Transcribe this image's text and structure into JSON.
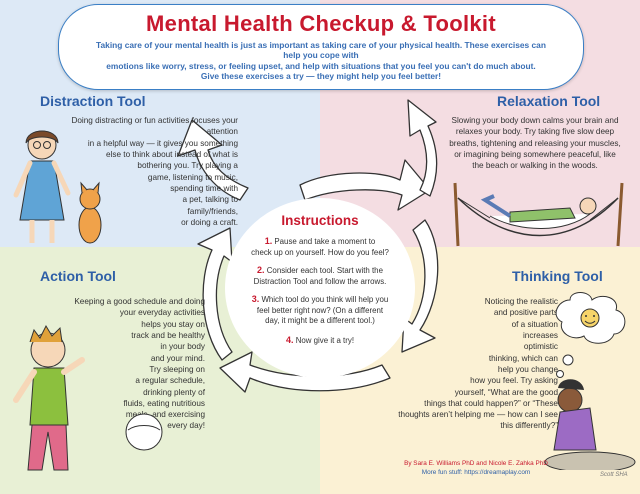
{
  "header": {
    "title": "Mental Health Checkup & Toolkit",
    "subtitle_lines": [
      "Taking care of your mental health is just as important as taking care of your physical health. These exercises can help you cope with",
      "emotions like worry, stress, or feeling upset, and help with situations that you feel you can't do much about.",
      "Give these exercises a try — they might help you feel better!"
    ]
  },
  "distraction": {
    "title": "Distraction Tool",
    "lines": [
      "Doing distracting or fun activities focuses your attention",
      "in a helpful way — it gives you something",
      "else to think about instead of what is",
      "bothering you. Try playing a",
      "game, listening to music,",
      "spending time with",
      "a pet, talking to",
      "family/friends,",
      "or doing a craft."
    ]
  },
  "relaxation": {
    "title": "Relaxation Tool",
    "lines": [
      "Slowing your body down calms your brain and",
      "relaxes your body. Try taking five slow deep",
      "breaths, tightening and releasing your muscles,",
      "or imagining being somewhere peaceful, like",
      "the beach or walking in the woods."
    ]
  },
  "action": {
    "title": "Action Tool",
    "lines": [
      "Keeping a good schedule and doing",
      "your everyday activities",
      "helps you stay on",
      "track and be healthy",
      "in your body",
      "and your mind.",
      "Try sleeping on",
      "a regular schedule,",
      "drinking plenty of",
      "fluids, eating nutritious",
      "meals, and exercising",
      "every day!"
    ]
  },
  "thinking": {
    "title": "Thinking Tool",
    "lines": [
      "Noticing the realistic",
      "and positive parts",
      "of a situation",
      "increases",
      "optimistic",
      "thinking, which can",
      "help you change",
      "how you feel. Try asking",
      "yourself, “What are the good",
      "things that could happen?” or “These",
      "thoughts aren’t helping me — how can I see",
      "this differently?”"
    ]
  },
  "instructions": {
    "title": "Instructions",
    "items": [
      {
        "num": "1.",
        "lines": [
          "Pause and take a moment to",
          "check up on yourself. How do you feel?"
        ]
      },
      {
        "num": "2.",
        "lines": [
          "Consider each tool. Start with the",
          "Distraction Tool and follow the arrows."
        ]
      },
      {
        "num": "3.",
        "lines": [
          "Which tool do you think will help you",
          "feel better right now? (On a different",
          "day, it might be a different tool.)"
        ]
      },
      {
        "num": "4.",
        "lines": [
          "Now give it a try!"
        ]
      }
    ]
  },
  "credit": {
    "authors": "By Sara E. Williams PhD and Nicole E. Zahka PhD",
    "more": "More fun stuff: https://dreamaplay.com"
  },
  "signature": "Scott SHA"
}
